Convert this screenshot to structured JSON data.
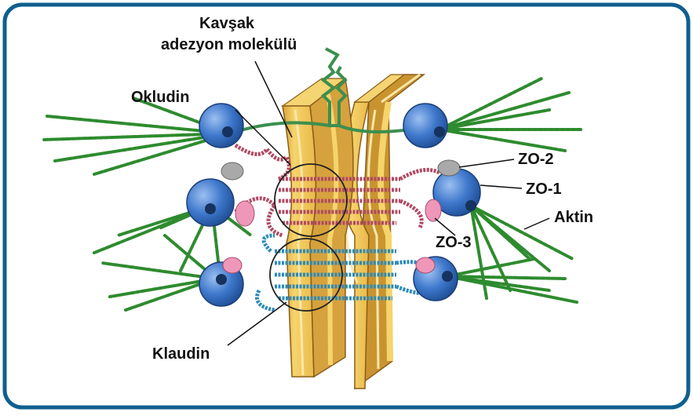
{
  "labels": {
    "junction_molecule_line1": "Kavşak",
    "junction_molecule_line2": "adezyon molekülü",
    "occludin": "Okludin",
    "claudin": "Klaudin",
    "zo2": "ZO-2",
    "zo1": "ZO-1",
    "zo3": "ZO-3",
    "actin": "Aktin"
  },
  "colors": {
    "frame": "#0f5f8f",
    "membrane": "#f2c64a",
    "membrane_edge": "#b07e1f",
    "membrane_stripe": "#fbe7a8",
    "actin": "#2e8b2e",
    "zo1_blue": "#3f78cc",
    "zo2_gray": "#a9a9a9",
    "zo3_pink": "#ef97b8",
    "occludin_strand": "#b04a63",
    "claudin_strand": "#2d8bb8",
    "junction_molecule": "#3b8f4f"
  }
}
